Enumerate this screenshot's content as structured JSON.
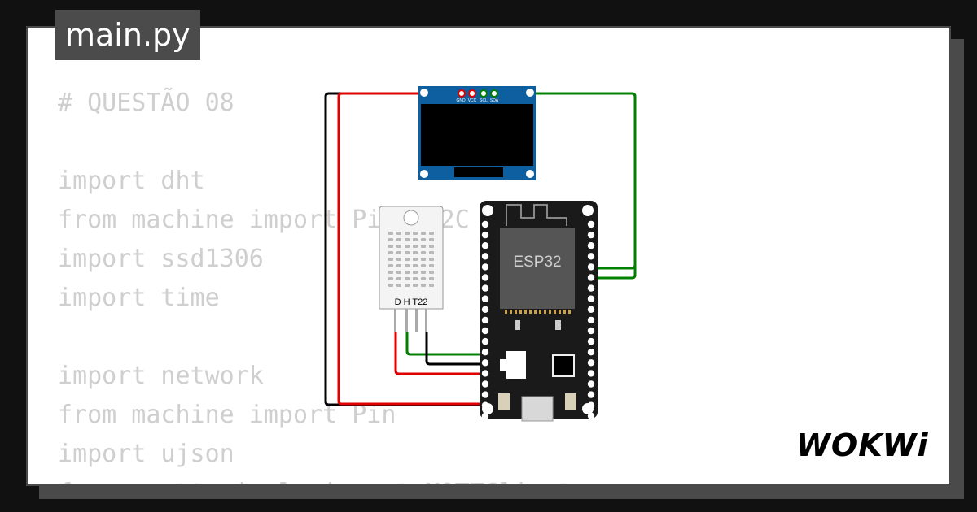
{
  "tab": {
    "filename": "main.py"
  },
  "code_lines": [
    "# QUESTÃO 08",
    "",
    "import dht",
    "from machine import Pin, I2C",
    "import ssd1306",
    "import time",
    "",
    "import network",
    "from machine import Pin",
    "import ujson",
    "from umqtt.simple import MQTTClient"
  ],
  "oled": {
    "pin_labels": [
      "GND",
      "VCC",
      "SCL",
      "SDA"
    ]
  },
  "esp32": {
    "chip_label": "ESP32"
  },
  "dht": {
    "label": "D H T22"
  },
  "brand": {
    "logo": "WOKWi"
  },
  "colors": {
    "wire_red": "#e00000",
    "wire_green": "#008000",
    "wire_black": "#000000",
    "board": "#1a1a1a",
    "oled_pcb": "#0d5fa0"
  }
}
